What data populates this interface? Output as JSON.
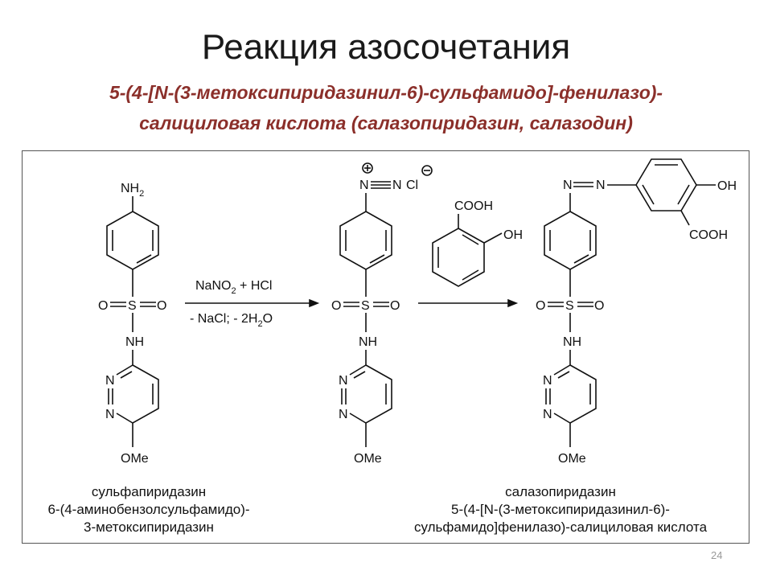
{
  "slide": {
    "title": "Реакция азосочетания",
    "subtitle_line1": "5-(4-[N-(3-метоксипиридазинил-6)-сульфамидо]-фенилазо)-",
    "subtitle_line2": "салициловая кислота (салазопиридазин, салазодин)",
    "page_number": "24"
  },
  "scheme": {
    "reagent_top": "NaNO",
    "reagent_top_sub": "2",
    "reagent_top_rest": " + HCl",
    "reagent_bottom": "- NaCl; - 2H",
    "reagent_bottom_sub": "2",
    "reagent_bottom_rest": "O",
    "labels": {
      "nh2": "NH",
      "nh2_sub": "2",
      "nh": "NH",
      "ome": "OMe",
      "o": "O",
      "s": "S",
      "n": "N",
      "cl": "Cl",
      "cooh": "COOH",
      "oh": "OH"
    },
    "start_name": {
      "line1": "сульфапиридазин",
      "line2": "6-(4-аминобензолсульфамидо)-",
      "line3": "3-метоксипиридазин"
    },
    "product_name": {
      "line1": "салазопиридазин",
      "line2": "5-(4-[N-(3-метоксипиридазинил-6)-",
      "line3": "сульфамидо]фенилазо)-салициловая кислота"
    }
  }
}
